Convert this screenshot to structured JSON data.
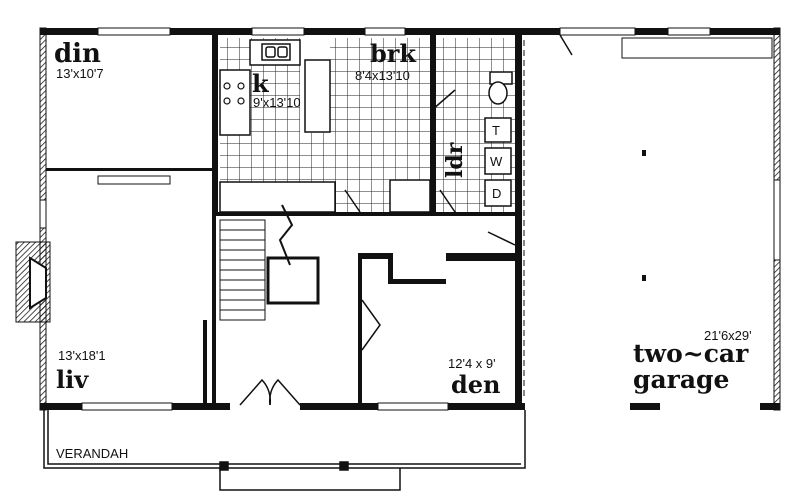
{
  "title": "Floor plan",
  "rooms": {
    "din": {
      "name": "din",
      "size": "13'x10'7"
    },
    "k": {
      "name": "k",
      "size": "9'x13'10"
    },
    "brk": {
      "name": "brk",
      "size": "8'4x13'10"
    },
    "ldr": {
      "name": "ldr"
    },
    "liv": {
      "name": "liv",
      "size": "13'x18'1"
    },
    "den": {
      "name": "den",
      "size": "12'4 x 9'"
    },
    "garage": {
      "name_line1": "two~car",
      "name_line2": "garage",
      "size": "21'6x29'"
    },
    "verandah": {
      "name": "VERANDAH"
    }
  },
  "appliances": {
    "t": "T",
    "w": "W",
    "d": "D"
  },
  "colors": {
    "ink": "#111111",
    "paper": "#ffffff"
  }
}
